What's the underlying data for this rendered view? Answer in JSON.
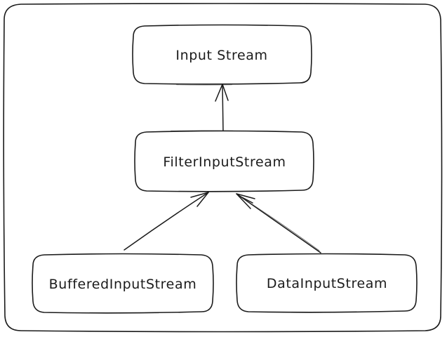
{
  "canvas": {
    "background_color": "#ffffff",
    "stroke_color": "#1b1b1b",
    "text_color": "#1b1b1b",
    "style": "hand-drawn-sketch"
  },
  "diagram": {
    "type": "class-hierarchy",
    "nodes": [
      {
        "id": "input-stream",
        "label": "Input Stream"
      },
      {
        "id": "filter-input-stream",
        "label": "FilterInputStream"
      },
      {
        "id": "buffered-input-stream",
        "label": "BufferedInputStream"
      },
      {
        "id": "data-input-stream",
        "label": "DataInputStream"
      }
    ],
    "edges": [
      {
        "from": "filter-input-stream",
        "to": "input-stream",
        "arrowhead": "open-arrow"
      },
      {
        "from": "buffered-input-stream",
        "to": "filter-input-stream",
        "arrowhead": "open-arrow"
      },
      {
        "from": "data-input-stream",
        "to": "filter-input-stream",
        "arrowhead": "open-arrow"
      }
    ]
  }
}
